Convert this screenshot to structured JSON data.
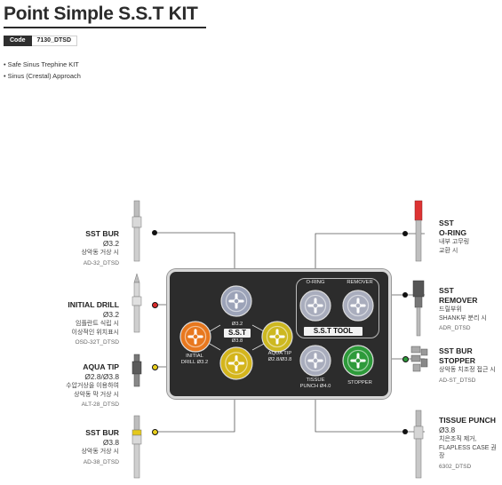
{
  "title": "Point Simple S.S.T KIT",
  "code": {
    "key": "Code",
    "value": "7130_DTSD"
  },
  "features": [
    "Safe Sinus Trephine KIT",
    "Sinus (Crestal) Approach"
  ],
  "left_items": [
    {
      "name": "SST BUR",
      "dia": "Ø3.2",
      "desc": [
        "상악동 거상 시"
      ],
      "code": "AD-32_DTSD",
      "marker": "black"
    },
    {
      "name": "INITIAL DRILL",
      "dia": "Ø3.2",
      "desc": [
        "임플란트 식립 시",
        "이상적인 위치표시"
      ],
      "code": "OSD-32T_DTSD",
      "marker": "red"
    },
    {
      "name": "AQUA TIP",
      "dia": "Ø2.8/Ø3.8",
      "desc": [
        "수압거상을 이용하여",
        "상악동 막 거상 시"
      ],
      "code": "ALT-28_DTSD",
      "marker": "yellow"
    },
    {
      "name": "SST BUR",
      "dia": "Ø3.8",
      "desc": [
        "상악동 거상 시"
      ],
      "code": "AD-38_DTSD",
      "marker": "yellow"
    }
  ],
  "right_items": [
    {
      "name": [
        "SST",
        "O-RING"
      ],
      "dia": "",
      "desc": [
        "내부 고무링",
        "교환 시"
      ],
      "code": "",
      "marker": "black"
    },
    {
      "name": [
        "SST",
        "REMOVER"
      ],
      "dia": "",
      "desc": [
        "드릴부위",
        "SHANK부 분리 시"
      ],
      "code": "ADR_DTSD",
      "marker": "black"
    },
    {
      "name": [
        "SST BUR",
        "STOPPER"
      ],
      "dia": "",
      "desc": [
        "상악동 치조정 접근 시"
      ],
      "code": "AD-ST_DTSD",
      "marker": "green"
    },
    {
      "name": [
        "TISSUE PUNCH"
      ],
      "dia": "Ø3.8",
      "desc": [
        "치은조직 제거,",
        "FLAPLESS CASE 권장"
      ],
      "code": "6302_DTSD",
      "marker": "black"
    }
  ],
  "kit": {
    "sst_badge": "S.S.T",
    "tool_badge": "S.S.T TOOL",
    "slots": {
      "top": {
        "label": "Ø3.2",
        "color": "#9ca3b8"
      },
      "initial": {
        "label": "INITIAL\nDRILL Ø3.2",
        "color": "#e8781e"
      },
      "bottom": {
        "label": "Ø3.8",
        "color": "#d4b51c"
      },
      "aqua": {
        "label": "AQUA TIP\nØ2.8/Ø3.8",
        "color": "#cdb820"
      },
      "oring": {
        "label": "O-RING",
        "color": "#a9adbd"
      },
      "remover": {
        "label": "REMOVER",
        "color": "#a9adbd"
      },
      "tissue": {
        "label": "TISSUE\nPUNCH Ø4.0",
        "color": "#a9adbd"
      },
      "stopper": {
        "label": "STOPPER",
        "color": "#2d9a3a"
      }
    }
  },
  "colors": {
    "accent_dark": "#2c2c2c",
    "red": "#d92b2b",
    "yellow": "#e9cf1c",
    "green": "#2d9a3a"
  }
}
